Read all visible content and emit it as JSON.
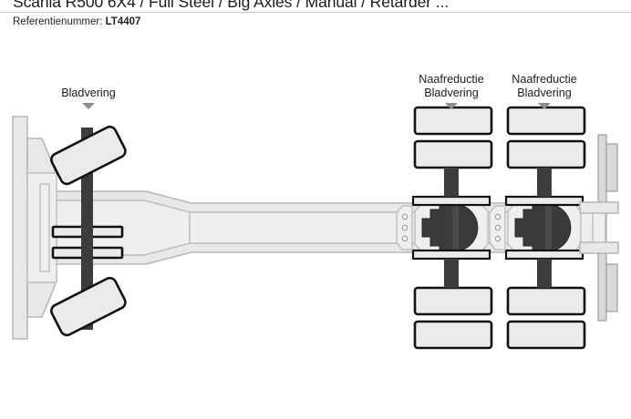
{
  "header": {
    "listing_title": "Scania R500 6X4 / Full Steel / Big Axles / Manual / Retarder ...",
    "reference_label": "Referentienummer:",
    "reference_value": "LT4407"
  },
  "diagram": {
    "view": "top-down truck chassis schematic",
    "callouts": [
      {
        "id": "front-suspension",
        "line1": "Bladvering",
        "line2": "",
        "arrow": "down-triangle"
      },
      {
        "id": "rear-axle-1",
        "line1": "Naafreductie",
        "line2": "Bladvering",
        "arrow": "down-triangle"
      },
      {
        "id": "rear-axle-2",
        "line1": "Naafreductie",
        "line2": "Bladvering",
        "arrow": "down-triangle"
      }
    ],
    "colors": {
      "chassis_fill": "#e6e6e6",
      "chassis_stroke": "#b5b5b5",
      "part_fill": "#ebebeb",
      "part_stroke": "#111111",
      "axle_dark": "#3c3c3c",
      "diff_dark": "#3a3a3a",
      "arrow_gray": "#8c8c8c",
      "background": "#ffffff"
    },
    "axle_config": "6x4",
    "front_axles": 1,
    "rear_axles": 2,
    "front_wheels_steered": true,
    "rear_wheels_dual": true
  }
}
